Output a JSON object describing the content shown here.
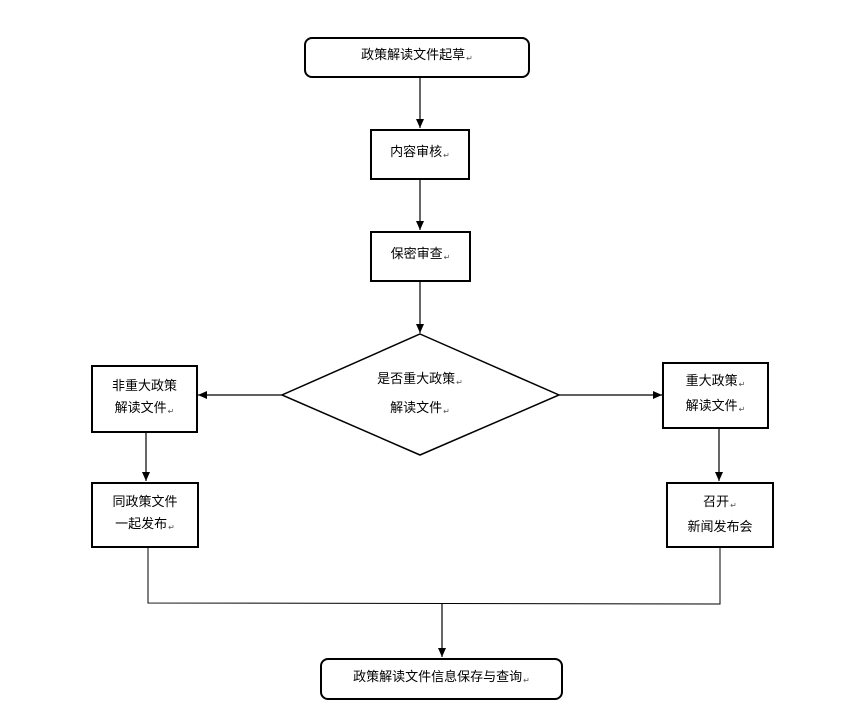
{
  "nodes": {
    "draft": {
      "lines": [
        "政策解读文件起草"
      ]
    },
    "content_review": {
      "lines": [
        "内容审核"
      ]
    },
    "security_review": {
      "lines": [
        "保密审查"
      ]
    },
    "decision": {
      "lines": [
        "是否重大政策",
        "解读文件"
      ]
    },
    "non_major": {
      "lines": [
        "非重大政策",
        "解读文件"
      ]
    },
    "major": {
      "lines": [
        "重大政策",
        "解读文件"
      ]
    },
    "publish_with_policy": {
      "lines": [
        "同政策文件",
        "一起发布"
      ]
    },
    "press_conference": {
      "lines": [
        "召开",
        "新闻发布会"
      ]
    },
    "save_query": {
      "lines": [
        "政策解读文件信息保存与查询"
      ]
    }
  },
  "return_mark": "↵"
}
